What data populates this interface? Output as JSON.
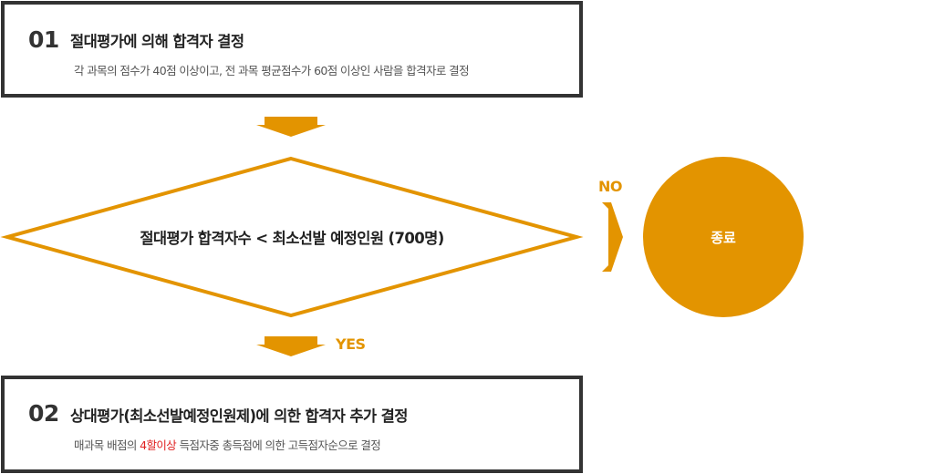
{
  "step1": {
    "number": "01",
    "title": "절대평가에 의해 합격자 결정",
    "description": "각 과목의 점수가 40점 이상이고, 전 과목 평균점수가 60점 이상인 사람을 합격자로 결정"
  },
  "decision": {
    "condition": "절대평가 합격자수 < 최소선발 예정인원 (700명)",
    "no_label": "NO",
    "yes_label": "YES"
  },
  "end": {
    "label": "종료"
  },
  "step2": {
    "number": "02",
    "title": "상대평가(최소선발예정인원제)에 의한 합격자 추가 결정",
    "description_before": "매과목 배점의 ",
    "description_highlight": "4할이상",
    "description_after": " 득점자중 총득점에 의한 고득점자순으로 결정"
  },
  "colors": {
    "accent": "#e39400",
    "box_border": "#333333",
    "highlight": "#e02020"
  }
}
